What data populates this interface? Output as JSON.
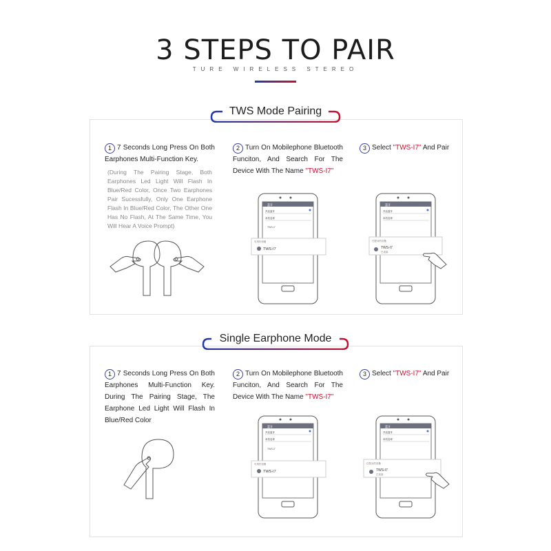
{
  "header": {
    "title": "3 STEPS TO PAIR",
    "subtitle": "TURE WIRELESS STEREO",
    "accent_colors": [
      "#1f3aa8",
      "#c8102e"
    ]
  },
  "sections": [
    {
      "title": "TWS Mode Pairing",
      "steps": [
        {
          "number": "1",
          "text": "7 Seconds Long Press On Both Earphones Multi-Function Key.",
          "note": "(During The Pairing Stage, Both Earphones Led Light Will Flash In Blue/Red Color, Once Two Earphones Pair Sucessfully, Only One Earphone Flash In Blue/Red Color, The Other One Has No Flash, At The Same Time, You Will Hear A Voice Prompt)"
        },
        {
          "number": "2",
          "text_before": "Turn On Mobilephone Bluetooth Funciton, And Search For The Device With The Name",
          "highlight": "\"TWS-I7\""
        },
        {
          "number": "3",
          "text_before": "Select",
          "highlight": "\"TWS-I7\"",
          "text_after": "And Pair"
        }
      ]
    },
    {
      "title": "Single Earphone Mode",
      "steps": [
        {
          "number": "1",
          "text": "7 Seconds Long Press On Both Earphones Multi-Function Key. During The Pairing Stage, The Earphone Led Light Will Flash In Blue/Red Color"
        },
        {
          "number": "2",
          "text_before": "Turn On Mobilephone Bluetooth Funciton, And Search For The Device With The Name",
          "highlight": "\"TWS-I7\""
        },
        {
          "number": "3",
          "text_before": "Select",
          "highlight": "\"TWS-I7\"",
          "text_after": "And Pair"
        }
      ]
    }
  ],
  "phone": {
    "device_name": "TWS-I7",
    "device_name_small": "TWS-i7",
    "status_small": "已连接",
    "row_label_1": "开启蓝牙",
    "row_label_2": "本机名称",
    "list_header": "可用的设备",
    "paired_header": "已配对的设备",
    "top_bar": "蓝牙"
  }
}
